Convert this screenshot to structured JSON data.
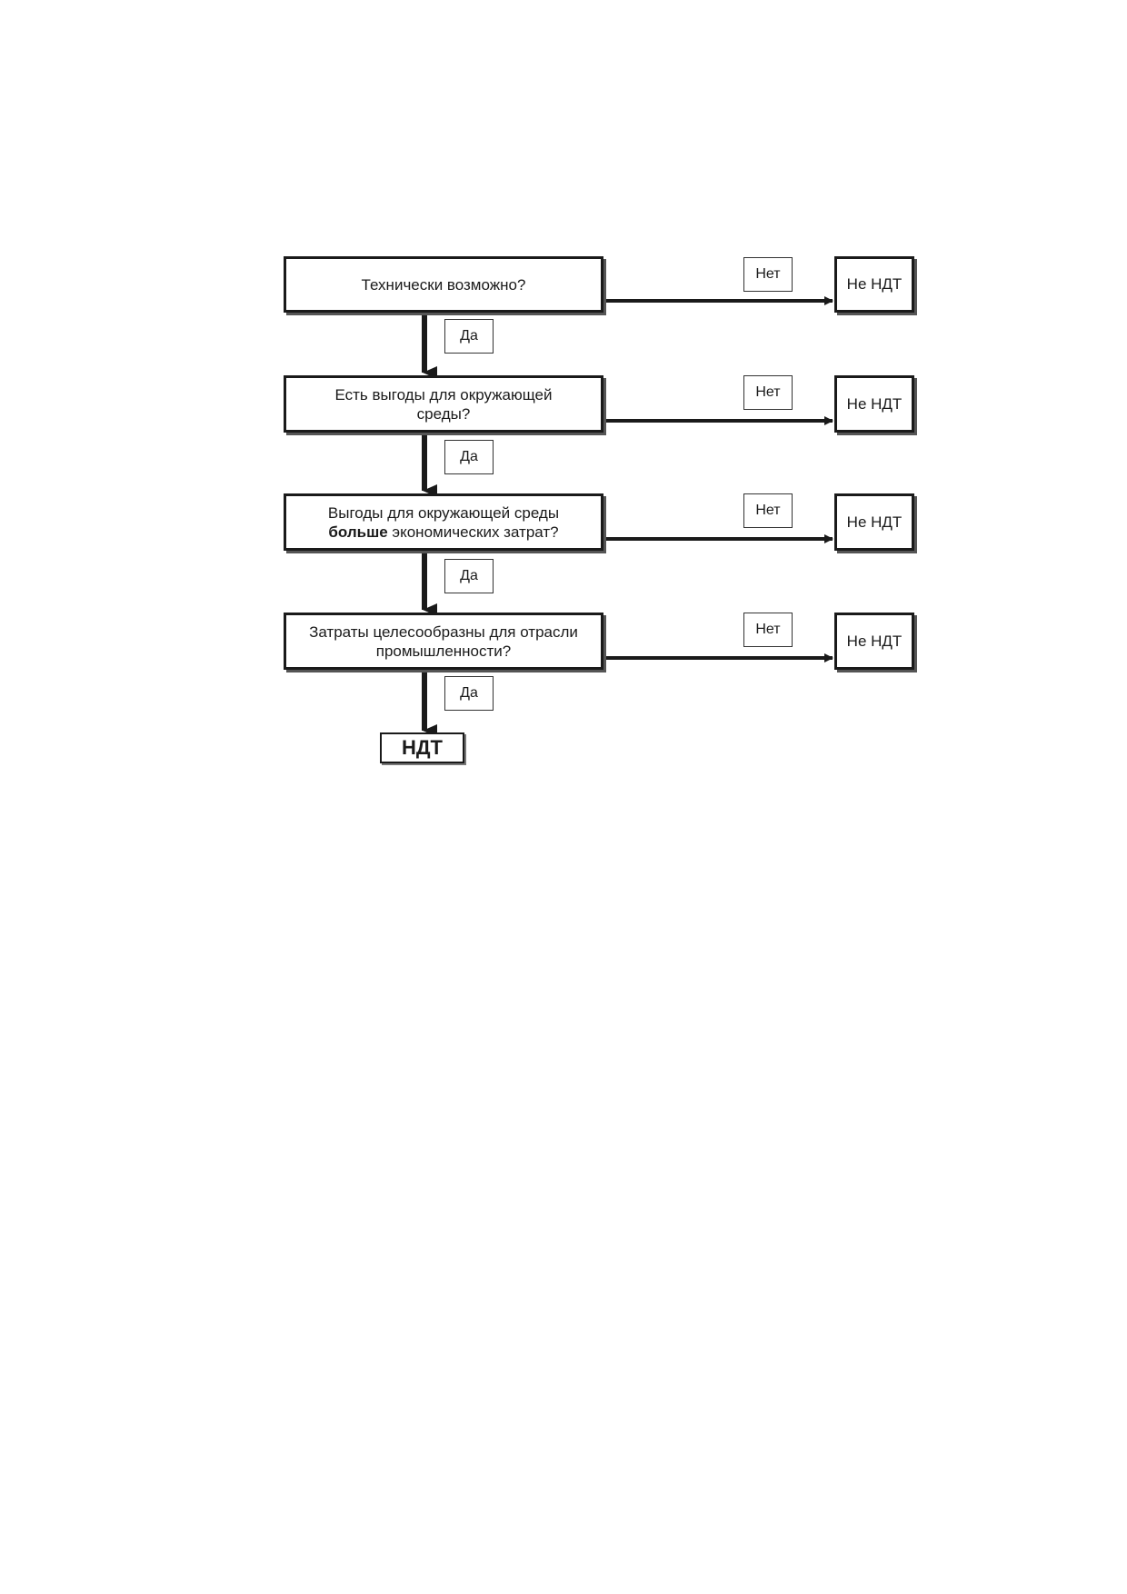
{
  "diagram": {
    "questions": [
      {
        "line1": "Технически возможно?",
        "line2": ""
      },
      {
        "line1": "Есть выгоды для окружающей",
        "line2": "среды?"
      },
      {
        "line1": "Выгоды для окружающей среды",
        "line2_bold": "больше",
        "line2_rest": " экономических затрат?"
      },
      {
        "line1": "Затраты целесообразны для отрасли",
        "line2": "промышленности?"
      }
    ],
    "yes_label": "Да",
    "no_label": "Нет",
    "no_result": "Не НДТ",
    "final_result": "НДТ"
  }
}
